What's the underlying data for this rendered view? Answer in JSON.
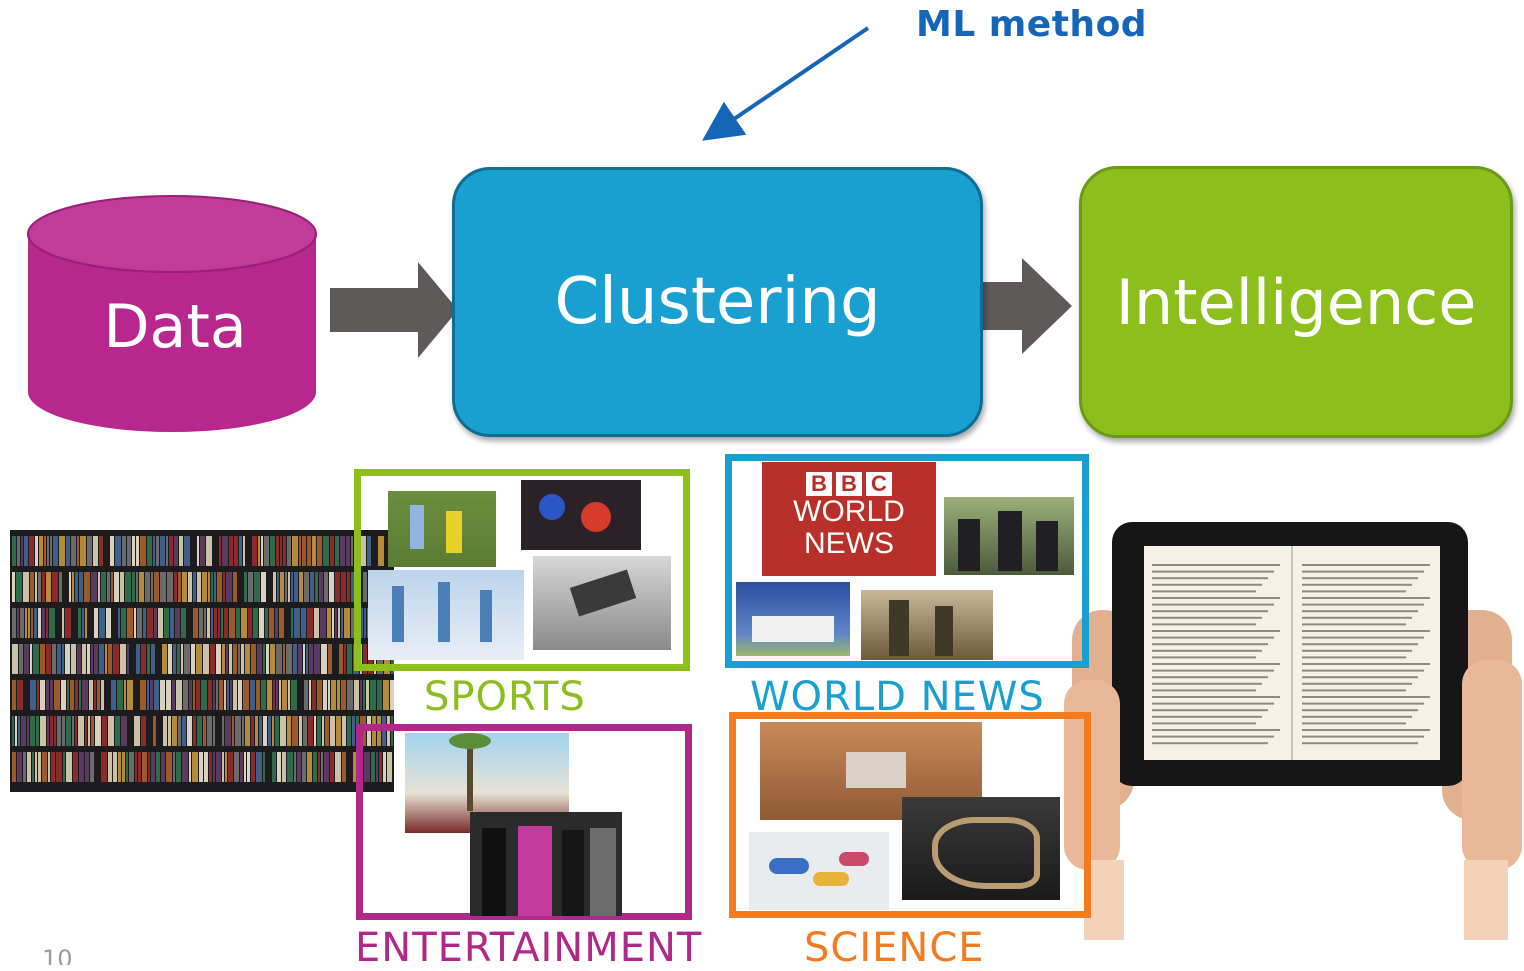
{
  "annotation": {
    "text": "ML method"
  },
  "pipeline": {
    "data": "Data",
    "process": "Clustering",
    "output": "Intelligence"
  },
  "categories": {
    "sports": "SPORTS",
    "world_news": "WORLD NEWS",
    "entertainment": "ENTERTAINMENT",
    "science": "SCIENCE"
  },
  "bbc": {
    "letters": [
      "B",
      "B",
      "C"
    ],
    "line2": "WORLD",
    "line3": "NEWS"
  },
  "colors": {
    "data": "#b7278e",
    "clustering": "#1aa0d0",
    "intelligence": "#8cbf1c",
    "arrow": "#5f5a5a",
    "annotation": "#1565b8",
    "science": "#f47c20"
  },
  "page_number": "10"
}
